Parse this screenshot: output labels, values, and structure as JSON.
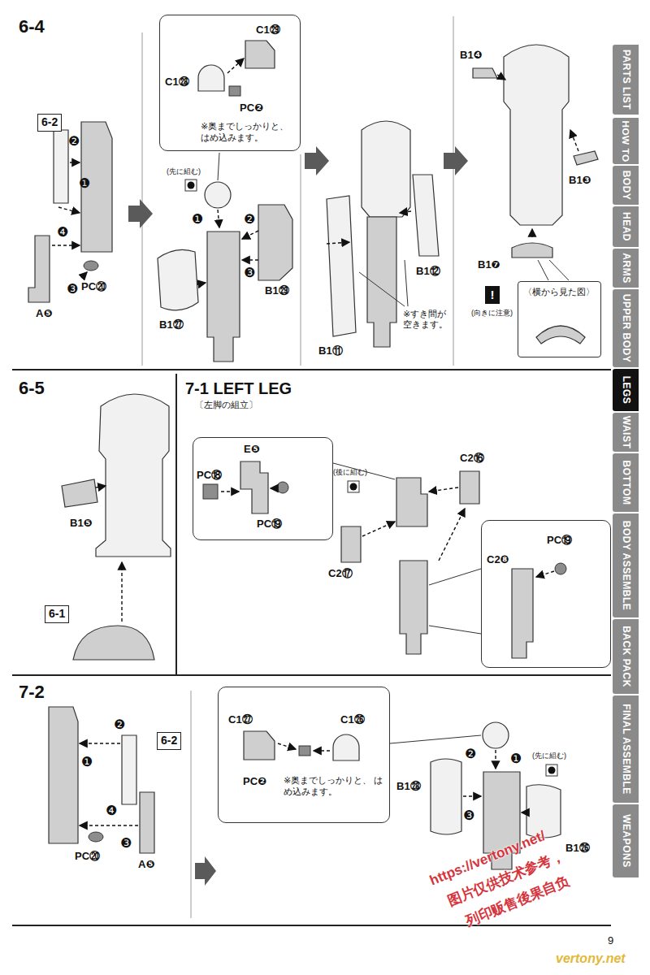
{
  "diagram": {
    "nodes": [
      {
        "text": [
          "6-4"
        ]
      },
      {
        "text": [
          "6-2"
        ],
        "in": 0
      },
      {
        "text": [
          "C1㉙",
          "C1㉘",
          "PC❷",
          "※奥までしっかりと、 はめ込みます。"
        ],
        "in": 0
      },
      {
        "text": [
          "!"
        ],
        "in": 0
      },
      {
        "text": [
          "〈横から見た図〉"
        ],
        "in": 0
      },
      {
        "text": [
          "6-5"
        ]
      },
      {
        "text": [
          "6-1"
        ],
        "in": 5
      },
      {
        "text": [
          "7-1 LEFT LEG",
          "〔左脚の組立〕"
        ]
      },
      {
        "text": [
          "E❺",
          "PC⑱",
          "PC⑲"
        ],
        "in": 7
      },
      {
        "text": [
          "PC⑲",
          "C2❽"
        ],
        "in": 7
      },
      {
        "text": [
          "7-2"
        ]
      },
      {
        "text": [
          "6-2"
        ],
        "in": 10
      },
      {
        "text": [
          "C1㉗",
          "C1㉖",
          "PC❷",
          "※奥までしっかりと、 はめ込みます。"
        ],
        "in": 10
      },
      {
        "text": [
          "PARTS LIST"
        ]
      },
      {
        "text": [
          "HOW TO"
        ]
      },
      {
        "text": [
          "BODY"
        ]
      },
      {
        "text": [
          "HEAD"
        ]
      },
      {
        "text": [
          "ARMS"
        ]
      },
      {
        "text": [
          "UPPER BODY"
        ]
      },
      {
        "text": [
          "LEGS"
        ]
      },
      {
        "text": [
          "WAIST"
        ]
      },
      {
        "text": [
          "BOTTOM"
        ]
      },
      {
        "text": [
          "BODY ASSEMBLE"
        ]
      },
      {
        "text": [
          "BACK PACK"
        ]
      },
      {
        "text": [
          "FINAL ASSEMBLE"
        ]
      },
      {
        "text": [
          "WEAPONS"
        ]
      }
    ],
    "labels": [
      "❷",
      "❶",
      "❹",
      "❸",
      "PC⑳",
      "A❺",
      "(先に組む)",
      "❶",
      "❷",
      "❸",
      "B1㉙",
      "B1㉗",
      "B1⑫",
      "B1⑪",
      "※すき間が空きます。",
      "B1❹",
      "B1❸",
      "B1❼",
      "(向きに注意)",
      "B1❺",
      "(後に組む)",
      "C2⑯",
      "C2⑰",
      "❷",
      "❶",
      "❹",
      "❸",
      "PC⑳",
      "A❺",
      "(先に組む)",
      "❶",
      "❷",
      "❸",
      "B1㉘",
      "B1㉖",
      "9",
      "https://vertony.net/",
      "图片仅供技术参考，",
      "列印贩售後果自负",
      "vertony.net"
    ]
  }
}
